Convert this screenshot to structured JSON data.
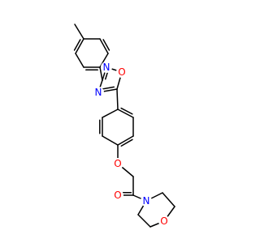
{
  "colors": {
    "bond": "#000000",
    "oxygen": "#ff0000",
    "nitrogen": "#0000ff",
    "background": "#ffffff"
  },
  "atoms": [
    {
      "id": "n_ox_top",
      "label": "N",
      "element": "nitrogen"
    },
    {
      "id": "o_ox",
      "label": "O",
      "element": "oxygen"
    },
    {
      "id": "n_ox_bot",
      "label": "N",
      "element": "nitrogen"
    },
    {
      "id": "o_ether",
      "label": "O",
      "element": "oxygen"
    },
    {
      "id": "o_carbonyl",
      "label": "O",
      "element": "oxygen"
    },
    {
      "id": "n_amide",
      "label": "N",
      "element": "nitrogen"
    },
    {
      "id": "o_morph",
      "label": "O",
      "element": "oxygen"
    }
  ]
}
